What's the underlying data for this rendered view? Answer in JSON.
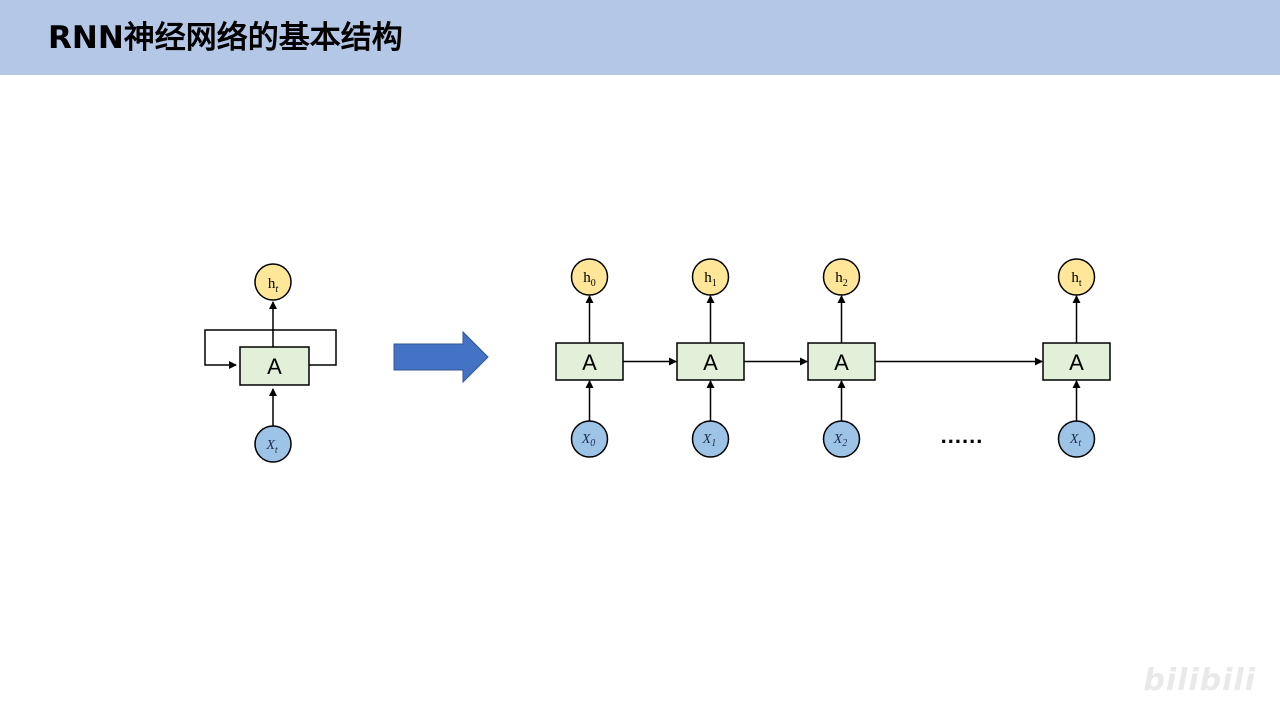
{
  "slide": {
    "title": "RNN神经网络的基本结构",
    "header_color": "#b4c7e7"
  },
  "diagram": {
    "cell_fill": "#e2f0d9",
    "output_fill": "#ffe699",
    "input_fill": "#9dc3e6",
    "arrow_fill": "#4472c4",
    "folded": {
      "cell_label": "A",
      "output": {
        "base": "h",
        "sub": "t"
      },
      "input": {
        "base": "X",
        "sub": "t"
      }
    },
    "unrolled": {
      "steps": [
        {
          "cell_label": "A",
          "output": {
            "base": "h",
            "sub": "0"
          },
          "input": {
            "base": "X",
            "sub": "0"
          }
        },
        {
          "cell_label": "A",
          "output": {
            "base": "h",
            "sub": "1"
          },
          "input": {
            "base": "X",
            "sub": "1"
          }
        },
        {
          "cell_label": "A",
          "output": {
            "base": "h",
            "sub": "2"
          },
          "input": {
            "base": "X",
            "sub": "2"
          }
        },
        {
          "cell_label": "A",
          "output": {
            "base": "h",
            "sub": "t"
          },
          "input": {
            "base": "X",
            "sub": "t"
          }
        }
      ],
      "ellipsis": "......"
    }
  },
  "watermark": {
    "text": "bilibili"
  }
}
